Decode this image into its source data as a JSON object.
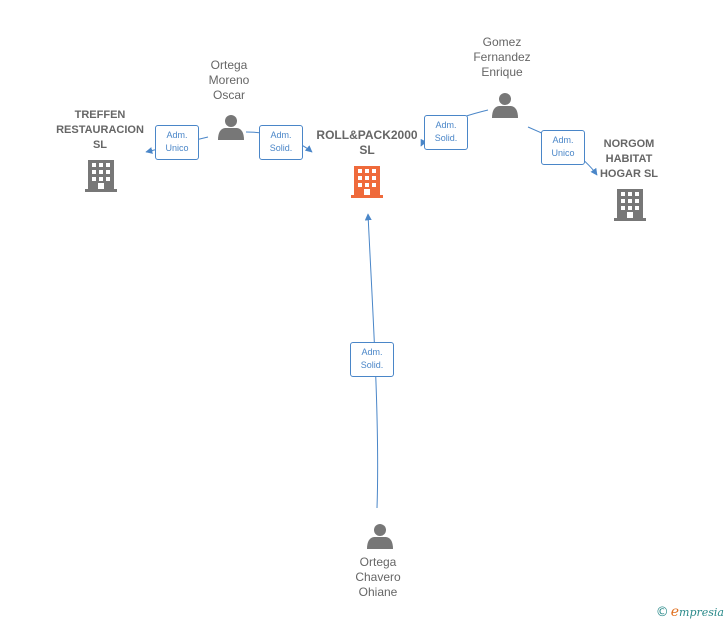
{
  "colors": {
    "edge": "#4a86c8",
    "person": "#777777",
    "company": "#777777",
    "main_company": "#ef6a3b"
  },
  "nodes": {
    "main": {
      "label": "ROLL&PACK2000\nSL"
    },
    "treffen": {
      "label": "TREFFEN\nRESTAURACION\nSL"
    },
    "norgom": {
      "label": "NORGOM\nHABITAT\nHOGAR  SL"
    },
    "ortega_moreno": {
      "label": "Ortega\nMoreno\nOscar"
    },
    "gomez": {
      "label": "Gomez\nFernandez\nEnrique"
    },
    "ortega_chavero": {
      "label": "Ortega\nChavero\nOhiane"
    }
  },
  "edges": {
    "om_treffen": {
      "label": "Adm.\nUnico"
    },
    "om_main": {
      "label": "Adm.\nSolid."
    },
    "gomez_main": {
      "label": "Adm.\nSolid."
    },
    "gomez_norgom": {
      "label": "Adm.\nUnico"
    },
    "oc_main": {
      "label": "Adm.\nSolid."
    }
  },
  "footer": {
    "copyright_symbol": "©",
    "brand_initial": "e",
    "brand_rest": "mpresia"
  }
}
